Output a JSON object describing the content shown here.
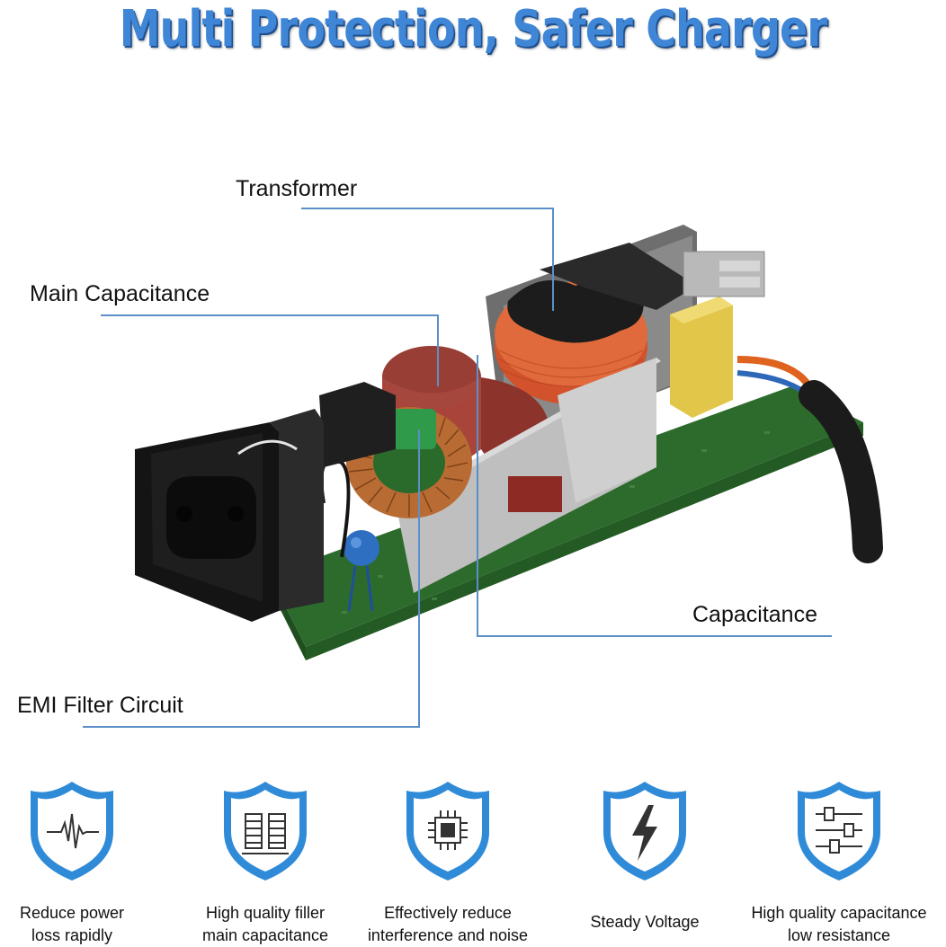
{
  "title": "Multi Protection, Safer Charger",
  "callouts": {
    "transformer": "Transformer",
    "main_capacitance": "Main Capacitance",
    "capacitance": "Capacitance",
    "emi_filter": "EMI Filter Circuit"
  },
  "features": [
    {
      "icon": "waveform-shield-icon",
      "line1": "Reduce power",
      "line2": "loss rapidly"
    },
    {
      "icon": "coil-shield-icon",
      "line1": "High quality filler",
      "line2": "main capacitance"
    },
    {
      "icon": "chip-shield-icon",
      "line1": "Effectively reduce",
      "line2": "interference and noise"
    },
    {
      "icon": "lightning-shield-icon",
      "line1": "Steady Voltage",
      "line2": ""
    },
    {
      "icon": "sliders-shield-icon",
      "line1": "High quality capacitance",
      "line2": "low resistance"
    }
  ],
  "colors": {
    "title_blue": "#3f86d6",
    "icon_blue": "#2f8ad8",
    "leader_line": "#5b8fc7",
    "pcb_green": "#2f6e2f"
  }
}
